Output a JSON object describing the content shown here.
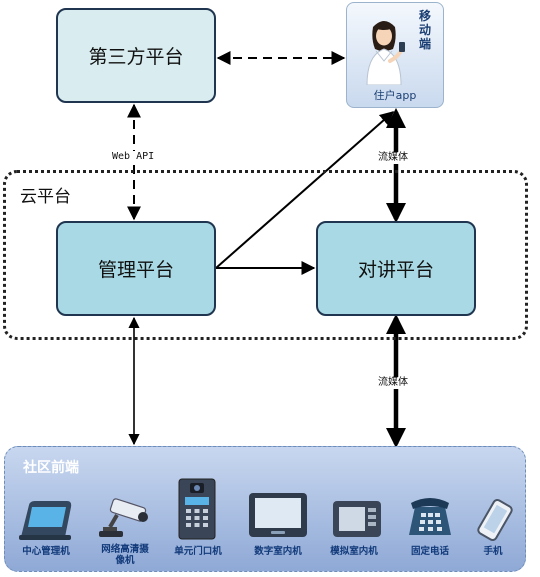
{
  "nodes": {
    "third_party": "第三方平台",
    "management": "管理平台",
    "intercom": "对讲平台"
  },
  "cloud": {
    "label": "云平台"
  },
  "mobile": {
    "title": "移动端",
    "app_label": "住户app"
  },
  "edges": {
    "web_api": "Web API",
    "streaming_top": "流媒体",
    "streaming_bottom": "流媒体"
  },
  "frontend": {
    "title": "社区前端",
    "devices": [
      {
        "label": "中心管理机",
        "icon": "management-console-icon"
      },
      {
        "label": "网络高清摄像机",
        "icon": "cctv-camera-icon"
      },
      {
        "label": "单元门口机",
        "icon": "door-station-icon"
      },
      {
        "label": "数字室内机",
        "icon": "digital-indoor-monitor-icon"
      },
      {
        "label": "模拟室内机",
        "icon": "analog-indoor-monitor-icon"
      },
      {
        "label": "固定电话",
        "icon": "desk-phone-icon"
      },
      {
        "label": "手机",
        "icon": "mobile-phone-icon"
      }
    ]
  },
  "colors": {
    "node_light": "#d9edf1",
    "node_fill": "#a9d9e4",
    "node_border": "#1f3550",
    "frontend_bg": "#a9bfe3",
    "label_blue": "#123a7a"
  }
}
